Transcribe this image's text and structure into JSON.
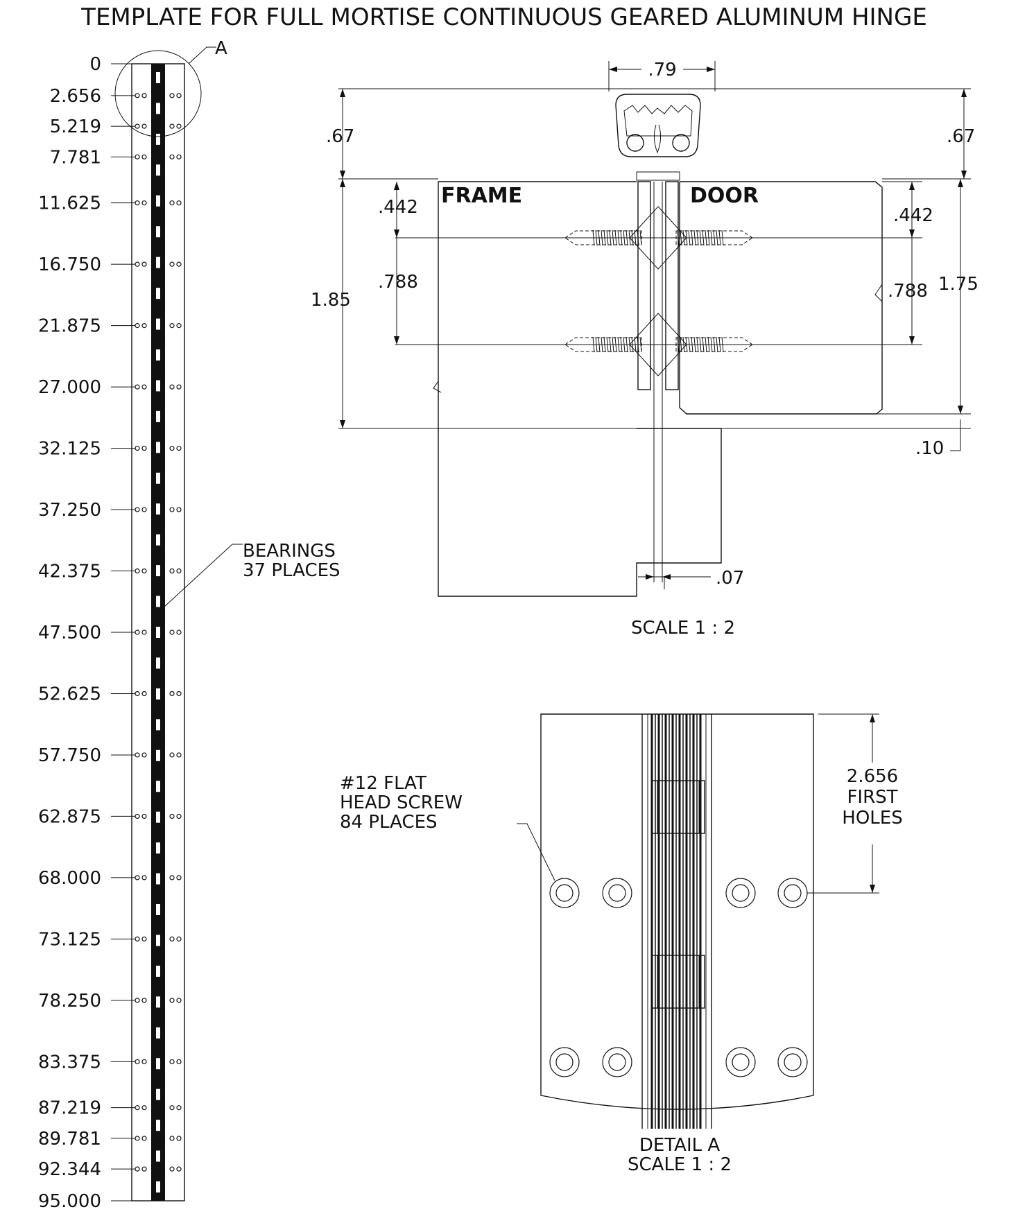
{
  "title": "TEMPLATE FOR FULL MORTISE CONTINUOUS GEARED ALUMINUM HINGE",
  "left_view": {
    "detail_callout": "A",
    "stations": [
      "0",
      "2.656",
      "5.219",
      "7.781",
      "11.625",
      "16.750",
      "21.875",
      "27.000",
      "32.125",
      "37.250",
      "42.375",
      "47.500",
      "52.625",
      "57.750",
      "62.875",
      "68.000",
      "73.125",
      "78.250",
      "83.375",
      "87.219",
      "89.781",
      "92.344",
      "95.000"
    ],
    "bearings_label_1": "BEARINGS",
    "bearings_label_2": "37 PLACES"
  },
  "section_view": {
    "dim_width": ".79",
    "dim_top_left": ".67",
    "dim_top_right": ".67",
    "frame_label": "FRAME",
    "door_label": "DOOR",
    "dim_442_left": ".442",
    "dim_442_right": ".442",
    "dim_788_left": ".788",
    "dim_788_right": ".788",
    "dim_185": "1.85",
    "dim_175": "1.75",
    "dim_010": ".10",
    "dim_007": ".07",
    "scale": "SCALE 1 : 2"
  },
  "detail_view": {
    "screw_label_1": "#12 FLAT",
    "screw_label_2": "HEAD SCREW",
    "screw_label_3": "84 PLACES",
    "first_holes_1": "2.656",
    "first_holes_2": "FIRST",
    "first_holes_3": "HOLES",
    "caption_1": "DETAIL A",
    "caption_2": "SCALE 1 : 2"
  }
}
